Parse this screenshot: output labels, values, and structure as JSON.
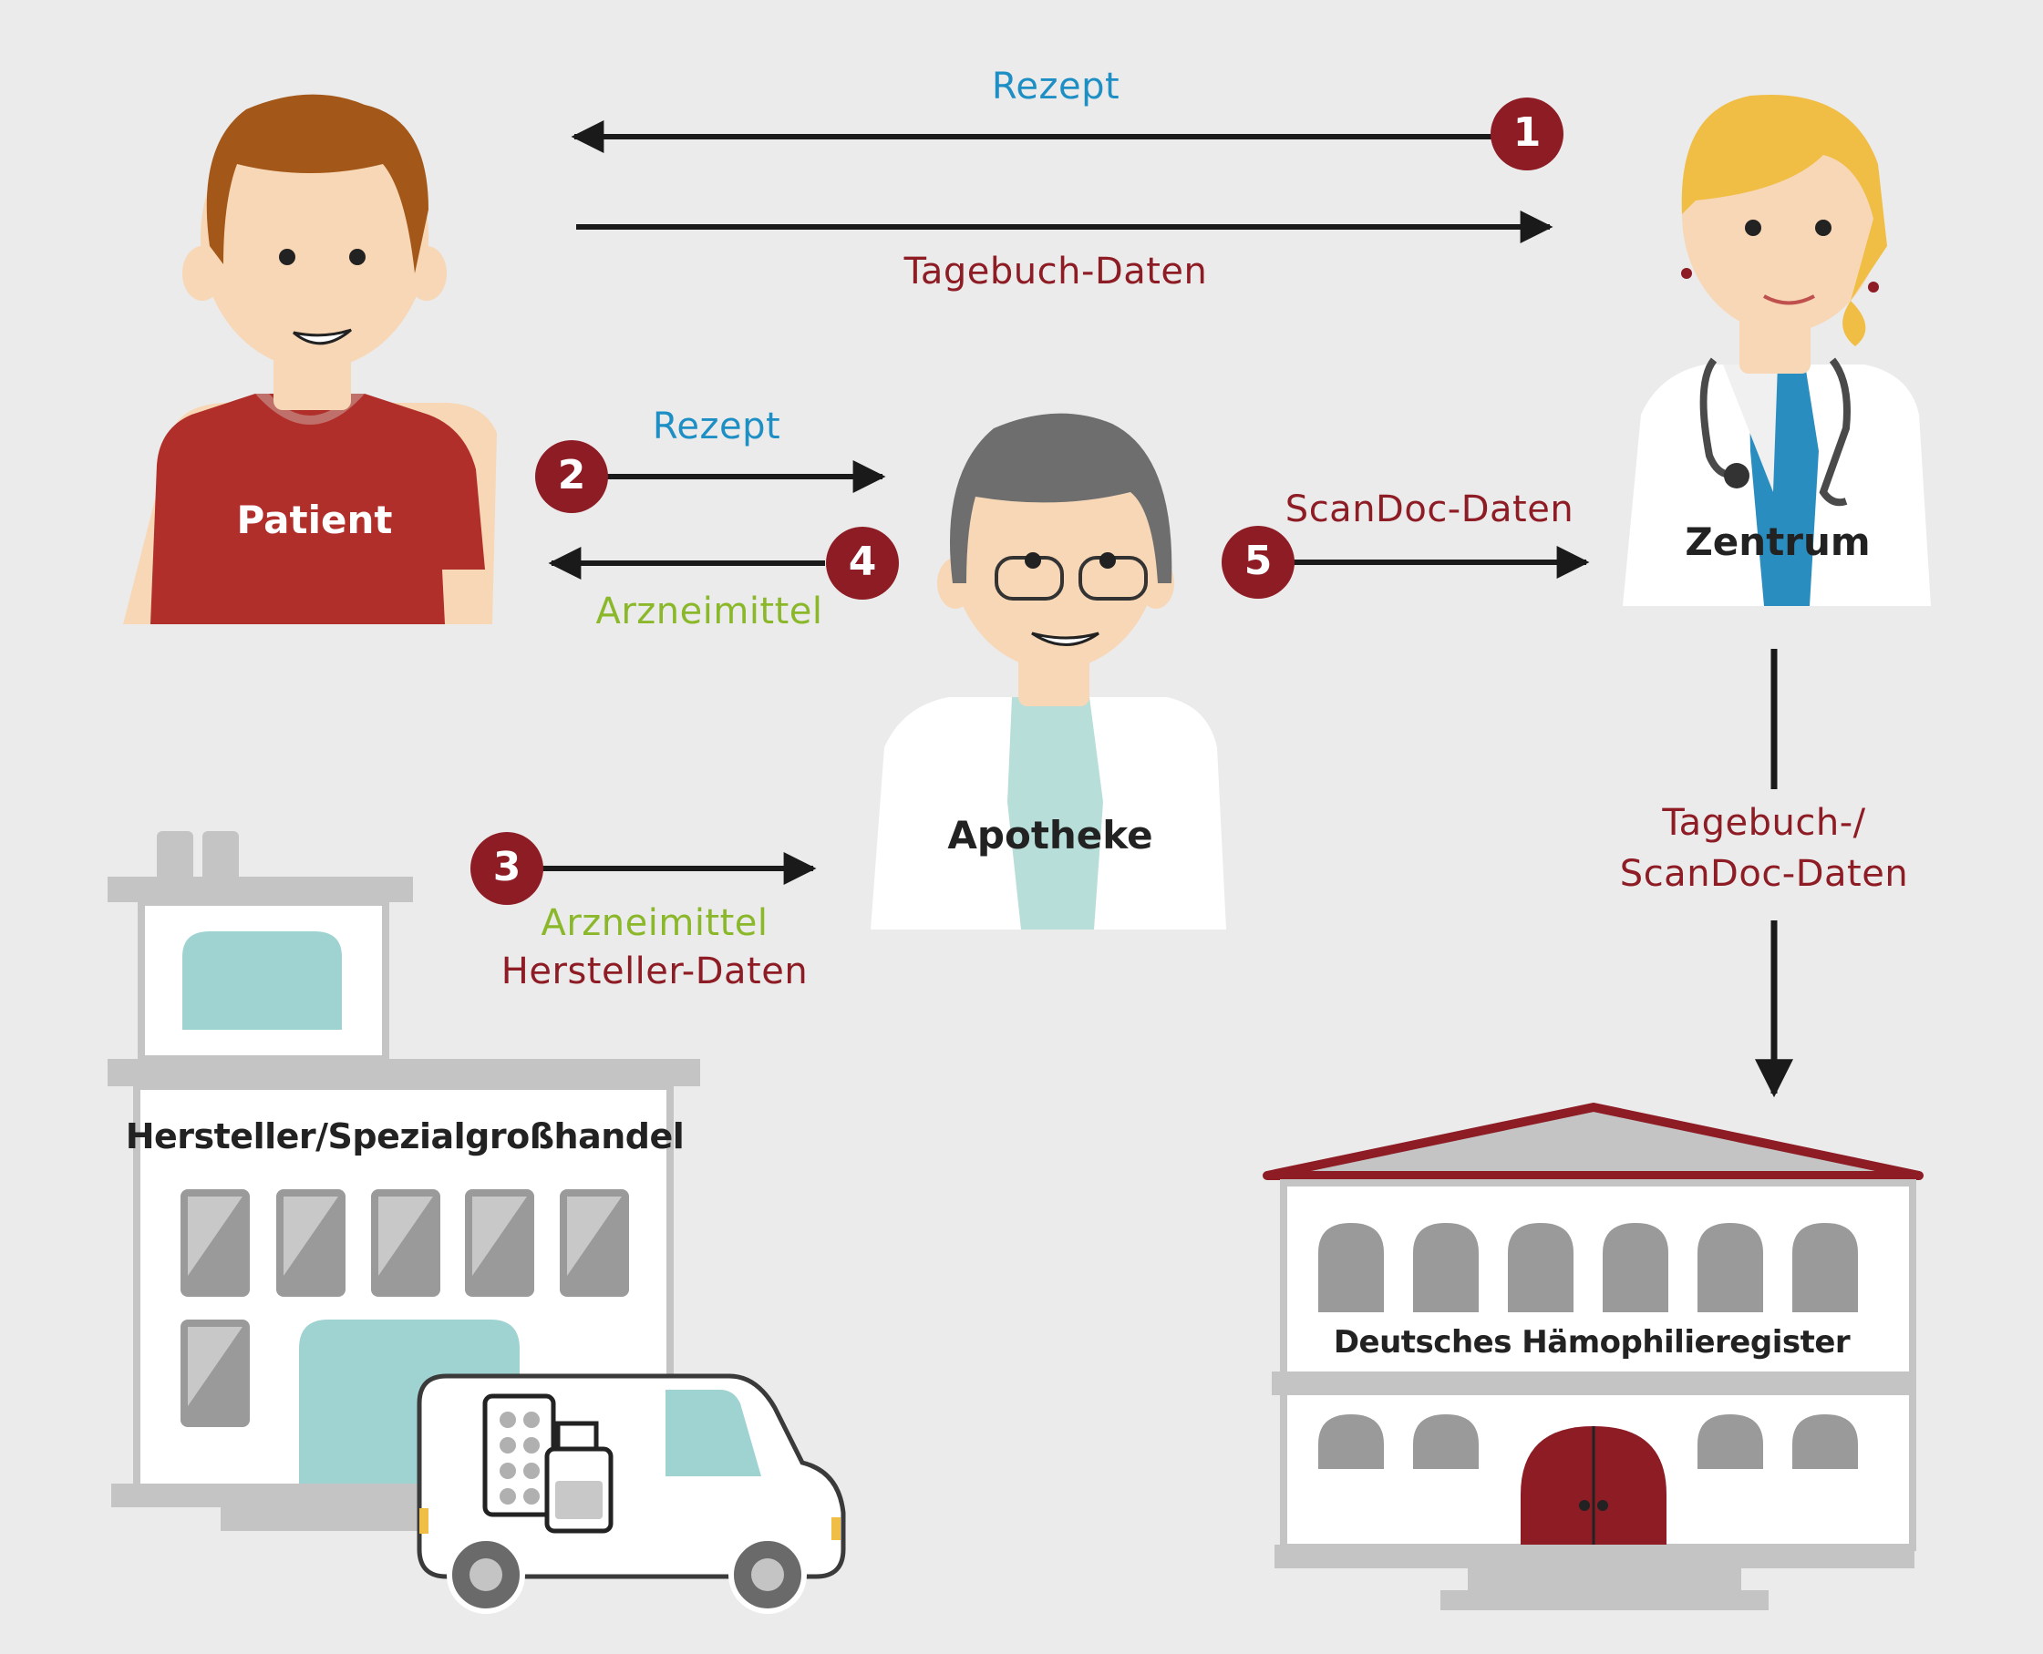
{
  "colors": {
    "background": "#ebebeb",
    "step_badge": "#8e1c25",
    "arrow": "#1a1a1a",
    "label_rezept": "#1e8fc4",
    "label_daten": "#8e1c25",
    "label_arzneimittel": "#8bb82a",
    "building_grey": "#c4c4c4",
    "window_teal": "#9ed3d1"
  },
  "actors": {
    "patient": "Patient",
    "zentrum": "Zentrum",
    "apotheke": "Apotheke"
  },
  "buildings": {
    "hersteller": "Hersteller/Spezialgroßhandel",
    "register": "Deutsches Hämophilieregister"
  },
  "steps": [
    {
      "number": "1",
      "label": "Rezept"
    },
    {
      "number": "2",
      "label": "Rezept"
    },
    {
      "number": "3",
      "label_line1": "Arzneimittel",
      "label_line2": "Hersteller-Daten"
    },
    {
      "number": "4",
      "label": "Arzneimittel"
    },
    {
      "number": "5",
      "label": "ScanDoc-Daten"
    }
  ],
  "flows": {
    "tagebuch": "Tagebuch-Daten",
    "register_line1": "Tagebuch-/",
    "register_line2": "ScanDoc-Daten"
  },
  "icons": [
    "patient-icon",
    "doctor-icon",
    "pharmacist-icon",
    "factory-icon",
    "van-icon",
    "register-building-icon"
  ]
}
